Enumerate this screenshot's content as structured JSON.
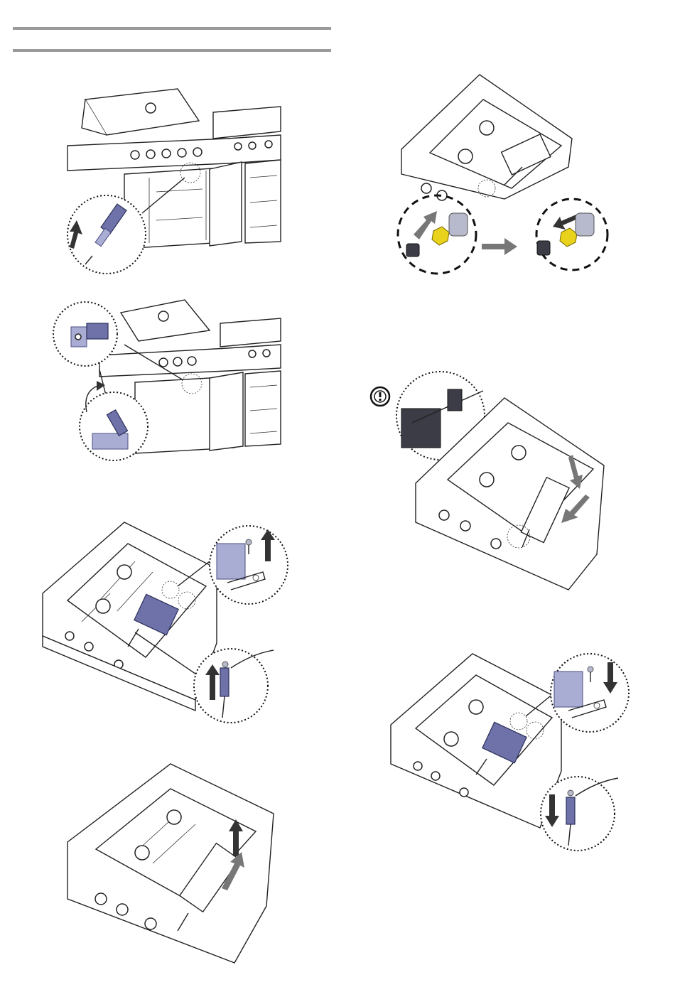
{
  "header": {
    "rule_color": "#9a9a9a"
  },
  "figures": [
    {
      "id": "disconnect-gas-hose",
      "icons": [
        "gas-hose-connector-icon",
        "down-arrow-icon"
      ]
    },
    {
      "id": "remove-side-burner-pivot",
      "icons": [
        "pivot-bracket-icon",
        "rotate-arrow-icon"
      ]
    },
    {
      "id": "remove-screws-burner",
      "icons": [
        "screw-icon",
        "up-arrow-icon"
      ]
    },
    {
      "id": "lift-burner-out",
      "icons": [
        "burner-tube-icon",
        "up-arrow-icon"
      ]
    },
    {
      "id": "swap-orifice",
      "icons": [
        "orifice-icon",
        "right-arrow-icon"
      ]
    },
    {
      "id": "insert-burner-caution",
      "icons": [
        "caution-icon",
        "down-arrow-icon"
      ]
    },
    {
      "id": "reinstall-screws",
      "icons": [
        "screw-icon",
        "down-arrow-icon"
      ]
    }
  ],
  "colors": {
    "part_blue": "#6e72a8",
    "part_light_blue": "#a9acd3",
    "orifice_yellow": "#e8d21c"
  }
}
